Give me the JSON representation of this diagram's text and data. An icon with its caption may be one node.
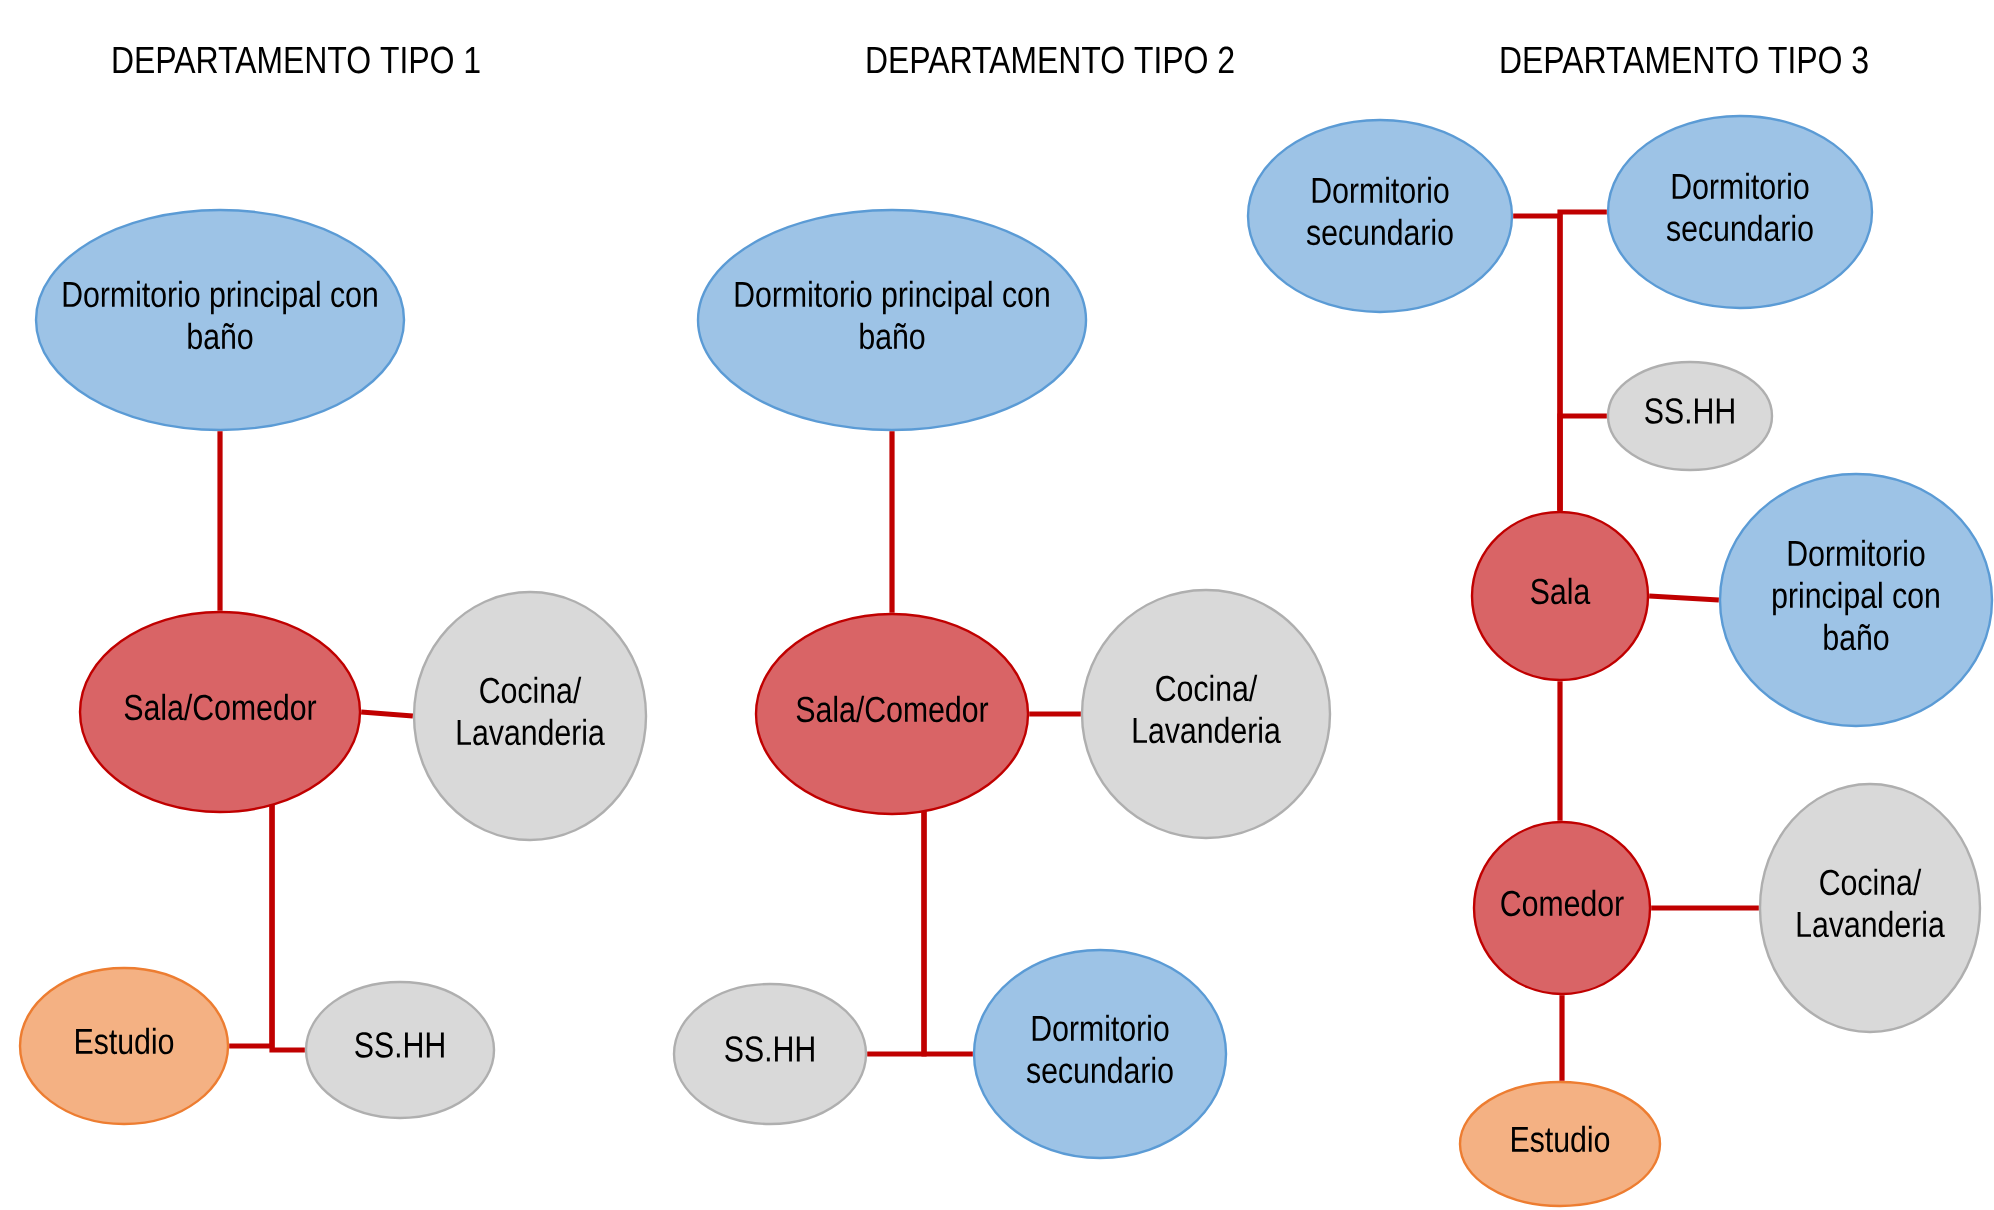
{
  "diagram": {
    "nodes": [
      {
        "text": [
          "Dormitorio principal con baño"
        ]
      },
      {
        "text": [
          "Sala/Comedor"
        ]
      },
      {
        "text": [
          "Cocina/ Lavanderia"
        ]
      },
      {
        "text": [
          "Estudio"
        ]
      },
      {
        "text": [
          "SS.HH"
        ]
      },
      {
        "text": [
          "Dormitorio principal con baño"
        ]
      },
      {
        "text": [
          "Sala/Comedor"
        ]
      },
      {
        "text": [
          "Cocina/ Lavanderia"
        ]
      },
      {
        "text": [
          "SS.HH"
        ]
      },
      {
        "text": [
          "Dormitorio secundario"
        ]
      },
      {
        "text": [
          "Dormitorio secundario"
        ]
      },
      {
        "text": [
          "Dormitorio secundario"
        ]
      },
      {
        "text": [
          "SS.HH"
        ]
      },
      {
        "text": [
          "Sala"
        ]
      },
      {
        "text": [
          "Dormitorio principal con baño"
        ]
      },
      {
        "text": [
          "Comedor"
        ]
      },
      {
        "text": [
          "Cocina/ Lavanderia"
        ]
      },
      {
        "text": [
          "Estudio"
        ]
      }
    ],
    "edges": [
      {
        "from": 0,
        "to": 1,
        "arrow": "none"
      },
      {
        "from": 1,
        "to": 2,
        "arrow": "none"
      },
      {
        "from": 1,
        "to": 3,
        "arrow": "none"
      },
      {
        "from": 1,
        "to": 4,
        "arrow": "none"
      },
      {
        "from": 5,
        "to": 6,
        "arrow": "none"
      },
      {
        "from": 6,
        "to": 7,
        "arrow": "none"
      },
      {
        "from": 6,
        "to": 8,
        "arrow": "none"
      },
      {
        "from": 6,
        "to": 9,
        "arrow": "none"
      },
      {
        "from": 13,
        "to": 10,
        "arrow": "none"
      },
      {
        "from": 13,
        "to": 11,
        "arrow": "none"
      },
      {
        "from": 13,
        "to": 12,
        "arrow": "none"
      },
      {
        "from": 13,
        "to": 14,
        "arrow": "none"
      },
      {
        "from": 13,
        "to": 15,
        "arrow": "none"
      },
      {
        "from": 15,
        "to": 16,
        "arrow": "none"
      },
      {
        "from": 15,
        "to": 17,
        "arrow": "none"
      }
    ],
    "labels": [
      "DEPARTAMENTO TIPO 1",
      "DEPARTAMENTO TIPO 2",
      "DEPARTAMENTO TIPO 3"
    ]
  }
}
